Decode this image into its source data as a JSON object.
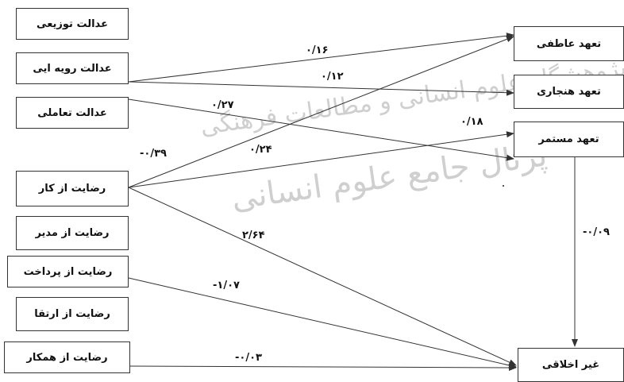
{
  "watermark": {
    "line1": "پژوهشگاه علوم انسانی و مطالعات فرهنگی",
    "line2": "پرتال جامع علوم انسانی"
  },
  "boxes": {
    "distributive_justice": "عدالت توزیعی",
    "procedural_justice": "عدالت رویه ایی",
    "interactional_justice": "عدالت تعاملی",
    "job_satisfaction": "رضایت از کار",
    "manager_satisfaction": "رضایت از مدیر",
    "pay_satisfaction": "رضایت از پرداخت",
    "promotion_satisfaction": "رضایت از ارتقا",
    "coworker_satisfaction": "رضایت از همکار",
    "affective_commitment": "تعهد عاطفی",
    "normative_commitment": "تعهد هنجاری",
    "continuance_commitment": "تعهد مستمر",
    "unethical": "غیر اخلاقی"
  },
  "coefficients": {
    "procedural_to_affective": "۰/۱۶",
    "procedural_to_normative": "۰/۱۲",
    "interactional_to_continuance": "۰/۲۷",
    "job_to_affective": "-۰/۳۹",
    "job_to_continuance": "۰/۲۴",
    "continuance_top": "۰/۱۸",
    "job_to_unethical": "۲/۶۴",
    "pay_to_unethical": "-۱/۰۷",
    "coworker_to_unethical": "-۰/۰۳",
    "continuance_to_unethical": "-۰/۰۹"
  }
}
